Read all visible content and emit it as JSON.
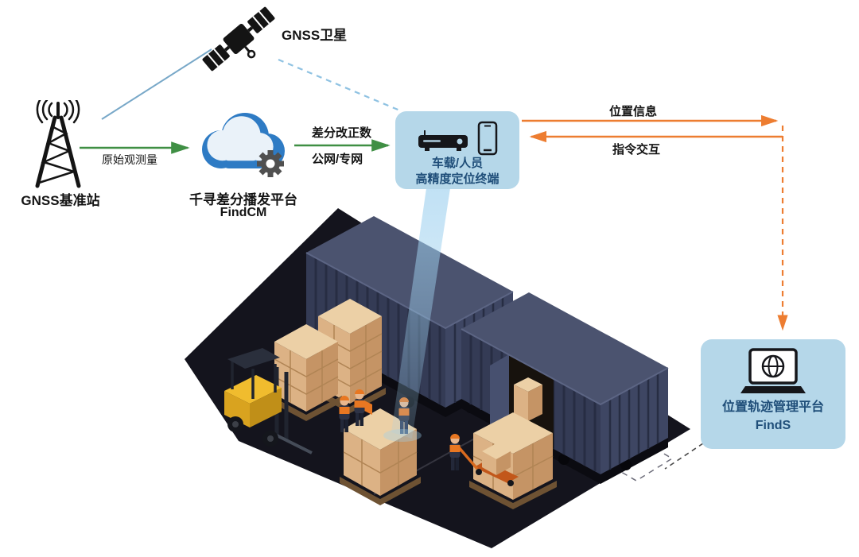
{
  "nodes": {
    "satellite": {
      "label": "GNSS卫星"
    },
    "base_station": {
      "label": "GNSS基准站"
    },
    "cloud": {
      "label": "千寻差分播发平台",
      "sublabel": "FindCM"
    },
    "terminal": {
      "label_line1": "车载/人员",
      "label_line2": "高精度定位终端"
    },
    "management_platform": {
      "label_line1": "位置轨迹管理平台",
      "label_line2": "FindS"
    }
  },
  "edges": {
    "raw_observation": {
      "label": "原始观测量"
    },
    "corrections": {
      "label_line1": "差分改正数",
      "label_line2": "公网/专网"
    },
    "position_info": {
      "label": "位置信息"
    },
    "command_interaction": {
      "label": "指令交互"
    }
  },
  "icons": {
    "satellite": "satellite-icon",
    "base_station": "radio-tower-icon",
    "cloud": "cloud-icon",
    "gear": "gear-icon",
    "receiver": "vehicle-terminal-icon",
    "phone": "smartphone-icon",
    "laptop": "laptop-globe-icon"
  },
  "colors": {
    "green-arrow": "#3f8f44",
    "orange-arrow": "#ed7d31",
    "blue-line": "#78a8c8",
    "blue-dash": "#8fc2e2",
    "node-bg": "#b5d7e9",
    "node-text": "#1f4e79",
    "cloud-blue": "#2e7bc4",
    "gear-gray": "#505050",
    "scene-ground": "#14141d"
  }
}
